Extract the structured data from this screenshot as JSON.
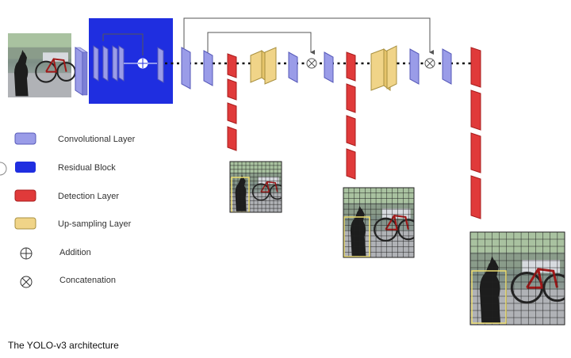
{
  "diagram": {
    "caption": "The YOLO-v3 architecture",
    "legend": [
      {
        "id": "conv",
        "label": "Convolutional Layer",
        "color": "#9a9ce8"
      },
      {
        "id": "res",
        "label": "Residual Block",
        "color": "#1f2ee0"
      },
      {
        "id": "det",
        "label": "Detection Layer",
        "color": "#e03a3a"
      },
      {
        "id": "up",
        "label": "Up-sampling Layer",
        "color": "#f0d488"
      },
      {
        "id": "add",
        "label": "Addition",
        "symbol": "plus-circle"
      },
      {
        "id": "concat",
        "label": "Concatenation",
        "symbol": "times-circle"
      }
    ],
    "colors": {
      "conv": "#9a9ce8",
      "conv_edge": "#5558b8",
      "residual": "#1f2ee0",
      "detection": "#e03a3a",
      "detection_edge": "#a81e1e",
      "upsample": "#f0d488",
      "upsample_edge": "#a89040",
      "grid_box": "#f0e070",
      "line": "#555555"
    },
    "icons": [
      "input-photo-icon",
      "output-grid-photo-icon",
      "plus-circle-icon",
      "times-circle-icon"
    ]
  }
}
